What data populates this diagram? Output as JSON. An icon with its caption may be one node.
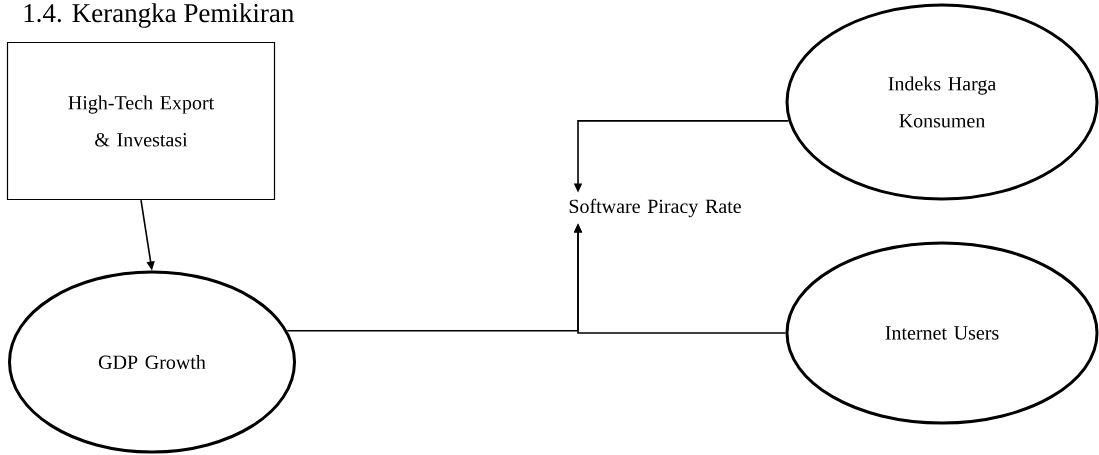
{
  "diagram": {
    "title": "1.4. Kerangka Pemikiran",
    "nodes": [
      {
        "text": [
          "High-Tech Export & Investasi"
        ]
      },
      {
        "text": [
          "GDP Growth"
        ]
      },
      {
        "text": [
          "Software Piracy Rate"
        ]
      },
      {
        "text": [
          "Indeks Harga Konsumen"
        ]
      },
      {
        "text": [
          "Internet Users"
        ]
      }
    ],
    "edges": [
      {
        "from": 0,
        "to": 1,
        "arrow": "to"
      },
      {
        "from": 3,
        "to": 2,
        "arrow": "to"
      },
      {
        "from": 1,
        "to": 2,
        "arrow": "to"
      },
      {
        "from": 4,
        "to": 2,
        "arrow": "to"
      }
    ]
  }
}
